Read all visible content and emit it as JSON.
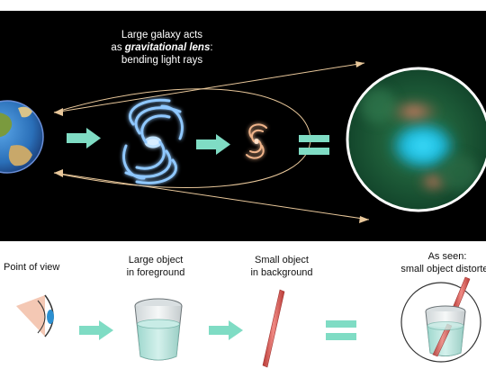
{
  "top_caption": {
    "line1": "Large galaxy acts",
    "line2_prefix": "as ",
    "line2_emphasis": "gravitational lens",
    "line2_suffix": ":",
    "line3": "bending light rays"
  },
  "bottom_labels": {
    "point_of_view": "Point of view",
    "large_object_line1": "Large object",
    "large_object_line2": "in foreground",
    "small_object_line1": "Small object",
    "small_object_line2": "in background",
    "as_seen_line1": "As seen:",
    "as_seen_line2": "small object distorted"
  },
  "colors": {
    "arrow": "#7fdcc4",
    "light_ray": "#e8c79a",
    "galaxy_blue": "#8fc8ff",
    "galaxy_small": "#f0b48a",
    "straw": "#d9534f",
    "water": "#bfe8e2"
  },
  "icons": [
    "earth-icon",
    "spiral-galaxy-icon",
    "small-galaxy-icon",
    "eye-icon",
    "glass-icon",
    "straw-icon"
  ]
}
